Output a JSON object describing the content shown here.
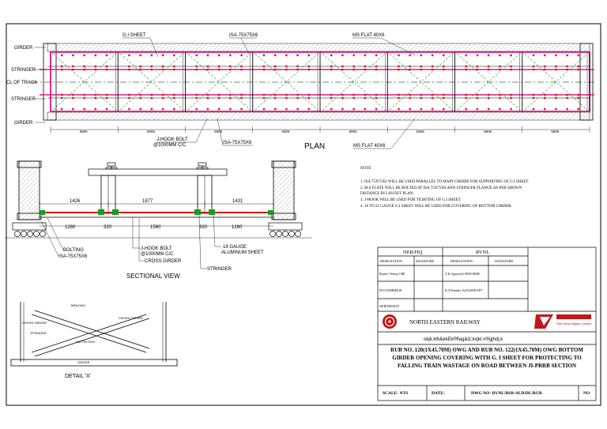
{
  "plan": {
    "title": "PLAN",
    "left_labels": [
      "GIRDER",
      "STRINGER",
      "CL OF TRACK",
      "STRINGER",
      "GIRDER"
    ],
    "top_labels": [
      "G.I SHEET",
      "ISA-75X75X6",
      "MS FLAT 40X6"
    ],
    "bottom_labels": [
      "J-HOOK BOLT",
      "@1000MM C/C",
      "ISA-75X75X6",
      "MS FLAT 40X6"
    ],
    "dimensions": [
      "5905",
      "5905",
      "5905",
      "5905",
      "5905",
      "5905",
      "5905",
      "5905"
    ]
  },
  "section": {
    "title": "SECTIONAL VIEW",
    "dims_top": [
      "1426",
      "1877",
      "1431"
    ],
    "dims_bottom": [
      "1280",
      "320",
      "1580",
      "320",
      "1280"
    ],
    "labels": [
      "BOLTING",
      "ISA-75X75X6",
      "J-HOOK BOLT",
      "@1000MM C/C",
      "CROSS GIRDER",
      "18 GAUGE",
      "ALUMINUM SHEET",
      "STRINGER"
    ]
  },
  "detail": {
    "title": "DETAIL 'X'",
    "labels": [
      "BRACING",
      "CROSS GIRDER",
      "STRINGER",
      "ISA 75X75X6",
      "CROSS GIRDER",
      "GIRDER"
    ]
  },
  "notes": {
    "heading": "NOTE",
    "items": [
      "1.  ISA 75X75X6 WILL BE USED PARALLEL TO MAIN GIRDER FOR SUPPORTING OF G.I SHEET.",
      "2.  M.S FLATE WILL BE BOLTED AT ISA 75X75X6 AND STRINGER FLANGE AS PER SHOWN",
      "     DISTANCE IN LAYOUT PLAN.",
      "3.  J-HOOK WILL BE USED FOR TIGHTING OF G.I SHEET.",
      "4.  16 TO 22 GAUGE G.I SHEET WILL BE USED FOR COVERING OF BOTTOM GIRDER."
    ]
  },
  "title_block": {
    "ner_header": "NER/HQ",
    "rvnl_header": "RVNL",
    "col_designation": "DESIGNATION",
    "col_signature": "SIGNATURE",
    "ner_rows": [
      "Rajeev Verma CBE",
      "DY.CE/BRIDGE",
      "NER/DESIGN"
    ],
    "rvnl_rows": [
      "Y.K.Agrawal CPM-I/BSB",
      "K.N.Pandey Sr.DGM/EXPT"
    ],
    "company": "NORTH EASTERN RAILWAY",
    "hindi_line": "okjk.klh&ekEk®flag&iz;kxjkt n®gjhdj.k",
    "drawing_title": "RUB NO. 120(1X45.70M) OWG AND RUB NO. 122(1X45.70M) OWG BOTTOM GIRDER OPENING COVERING WITH G. I SHEET FOR PROTECTING TO FALLING TRAIN WASTAGE ON ROAD BETWEEN JI-PRRB SECTION",
    "scale": "SCALE- NTS",
    "date": "DATE:",
    "dwg_no": "DWG NO- RVNL/BSB-ALD/DL/RUB",
    "no": "NO",
    "logo_text": "Rail Vikas Nigam Limited"
  },
  "colors": {
    "magenta": "#e0188c",
    "red": "#e01010",
    "green": "#10a020",
    "line": "#000000"
  }
}
